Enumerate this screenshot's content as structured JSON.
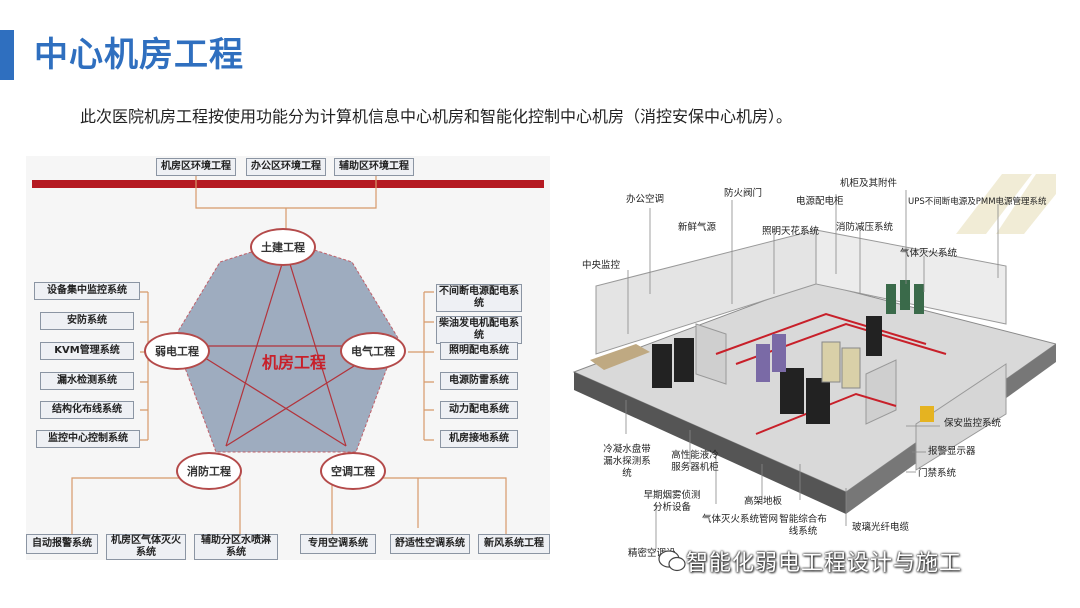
{
  "header": {
    "title": "中心机房工程",
    "accent_color": "#2f6fbf"
  },
  "intro_text": "此次医院机房工程按使用功能分为计算机信息中心机房和智能化控制中心机房（消控安保中心机房）。",
  "left_diagram": {
    "top_categories": [
      "机房区环境工程",
      "办公区环境工程",
      "辅助区环境工程"
    ],
    "center_label": "机房工程",
    "nodes": {
      "top": "土建工程",
      "left": "弱电工程",
      "right": "电气工程",
      "bottom_left": "消防工程",
      "bottom_right": "空调工程"
    },
    "left_items": [
      "设备集中监控系统",
      "安防系统",
      "KVM管理系统",
      "漏水检测系统",
      "结构化布线系统",
      "监控中心控制系统"
    ],
    "right_items": [
      "不间断电源配电系统",
      "柴油发电机配电系统",
      "照明配电系统",
      "电源防雷系统",
      "动力配电系统",
      "机房接地系统"
    ],
    "bottom_left_items": [
      "自动报警系统",
      "机房区气体灭火系统",
      "辅助分区水喷淋系统"
    ],
    "bottom_right_items": [
      "专用空调系统",
      "舒适性空调系统",
      "新风系统工程"
    ]
  },
  "room_diagram": {
    "labels": {
      "office_ac": "办公空调",
      "fire_valve": "防火阀门",
      "cabinet_acc": "机柜及其附件",
      "ups_pmm": "UPS不间断电源及PMM电源管理系统",
      "fresh_air": "新鲜气源",
      "power_cabinet": "电源配电柜",
      "lighting_ceiling": "照明天花系统",
      "fire_pressure": "消防减压系统",
      "gas_fire": "气体灭火系统",
      "central_monitor": "中央监控",
      "security_monitor": "保安监控系统",
      "alarm_display": "报警显示器",
      "access_control": "门禁系统",
      "condensate": "冷凝水盘带漏水探测系统",
      "hp_liquid": "高性能液冷服务器机柜",
      "smoke": "早期烟雾侦测分析设备",
      "raised_floor": "高架地板",
      "gas_pipe": "气体灭火系统管网",
      "cabling": "智能综合布线系统",
      "fiber": "玻璃光纤电缆",
      "precision_ac": "精密空调设"
    }
  },
  "watermark": "智能化弱电工程设计与施工"
}
